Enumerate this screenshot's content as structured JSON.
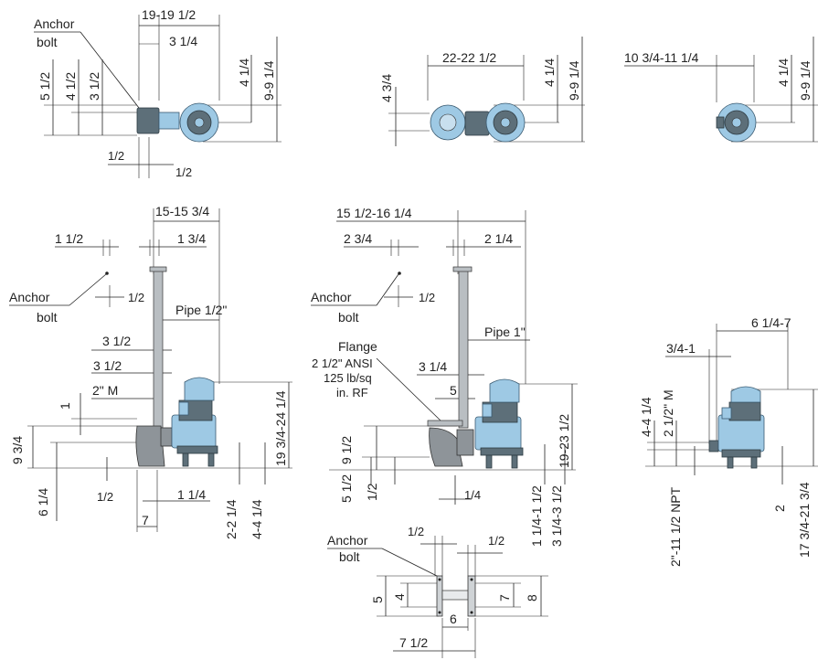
{
  "colors": {
    "pump_blue": "#9ec9e4",
    "motor_dark": "#5d6f79",
    "base_gray": "#8e9499",
    "line": "#222222"
  },
  "labels": {
    "anchor_bolt_line1": "Anchor",
    "anchor_bolt_line2": "bolt",
    "pipe_half": "Pipe 1/2\"",
    "pipe_1": "Pipe 1\"",
    "two_m": "2\" M",
    "two_half_m": "2 1/2\" M",
    "flange_line1": "Flange",
    "flange_line2": "2 1/2\" ANSI",
    "flange_line3": "125 lb/sq",
    "flange_line4": "in. RF",
    "npt": "2\"-11 1/2 NPT"
  },
  "top_views": {
    "view1": {
      "d_19_19h": "19-19 1/2",
      "d_3q": "3 1/4",
      "d_4q": "4 1/4",
      "d_9_9q": "9-9 1/4",
      "d_5h": "5 1/2",
      "d_4h": "4 1/2",
      "d_3h": "3 1/2",
      "d_h1": "1/2",
      "d_h2": "1/2"
    },
    "view2": {
      "d_22": "22-22 1/2",
      "d_4q": "4 1/4",
      "d_9_9q": "9-9 1/4",
      "d_4t": "4 3/4"
    },
    "view3": {
      "d_10t": "10 3/4-11 1/4",
      "d_4q": "4 1/4",
      "d_9_9q": "9-9 1/4"
    }
  },
  "side_views": {
    "view1": {
      "d_15": "15-15 3/4",
      "d_1h": "1 1/2",
      "d_1t": "1 3/4",
      "d_h_a": "1/2",
      "d_3h_a": "3 1/2",
      "d_3h_b": "3 1/2",
      "d_1": "1",
      "d_9t": "9 3/4",
      "d_6q": "6 1/4",
      "d_h_b": "1/2",
      "d_1q": "1 1/4",
      "d_7": "7",
      "d_19t": "19 3/4-24 1/4",
      "d_2_2q": "2-2 1/4",
      "d_4_4q": "4-4 1/4"
    },
    "view2": {
      "d_15h": "15 1/2-16 1/4",
      "d_2t": "2 3/4",
      "d_2q": "2 1/4",
      "d_h_a": "1/2",
      "d_3q": "3 1/4",
      "d_5": "5",
      "d_9h": "9 1/2",
      "d_5h": "5 1/2",
      "d_h_b": "1/2",
      "d_q": "1/4",
      "d_19_23h": "19-23 1/2",
      "d_1q_1h": "1 1/4-1 1/2",
      "d_3q_3h": "3 1/4-3 1/2"
    },
    "view3": {
      "d_6q_7": "6 1/4-7",
      "d_tq_1": "3/4-1",
      "d_4_4q": "4-4 1/4",
      "d_2": "2",
      "d_17t": "17 3/4-21 3/4"
    }
  },
  "detail": {
    "d_h1": "1/2",
    "d_h2": "1/2",
    "d_5": "5",
    "d_4": "4",
    "d_7": "7",
    "d_8": "8",
    "d_6": "6",
    "d_7h": "7 1/2"
  }
}
